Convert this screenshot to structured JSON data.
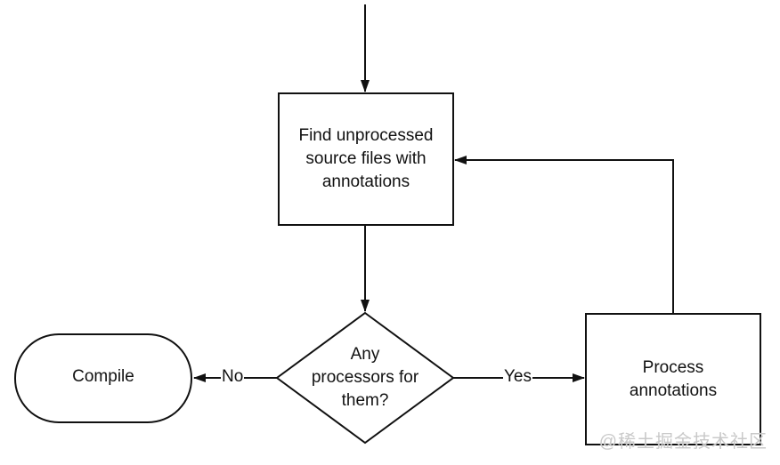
{
  "diagram": {
    "nodes": {
      "find": {
        "label": "Find unprocessed\nsource files with\nannotations"
      },
      "decision": {
        "label": "Any\nprocessors for\nthem?"
      },
      "compile": {
        "label": "Compile"
      },
      "process": {
        "label": "Process\nannotations"
      }
    },
    "edges": {
      "no_label": "No",
      "yes_label": "Yes"
    },
    "watermark": "@稀土掘金技术社区"
  },
  "colors": {
    "stroke": "#111111",
    "background": "#ffffff",
    "watermark": "#c9c9c9"
  }
}
